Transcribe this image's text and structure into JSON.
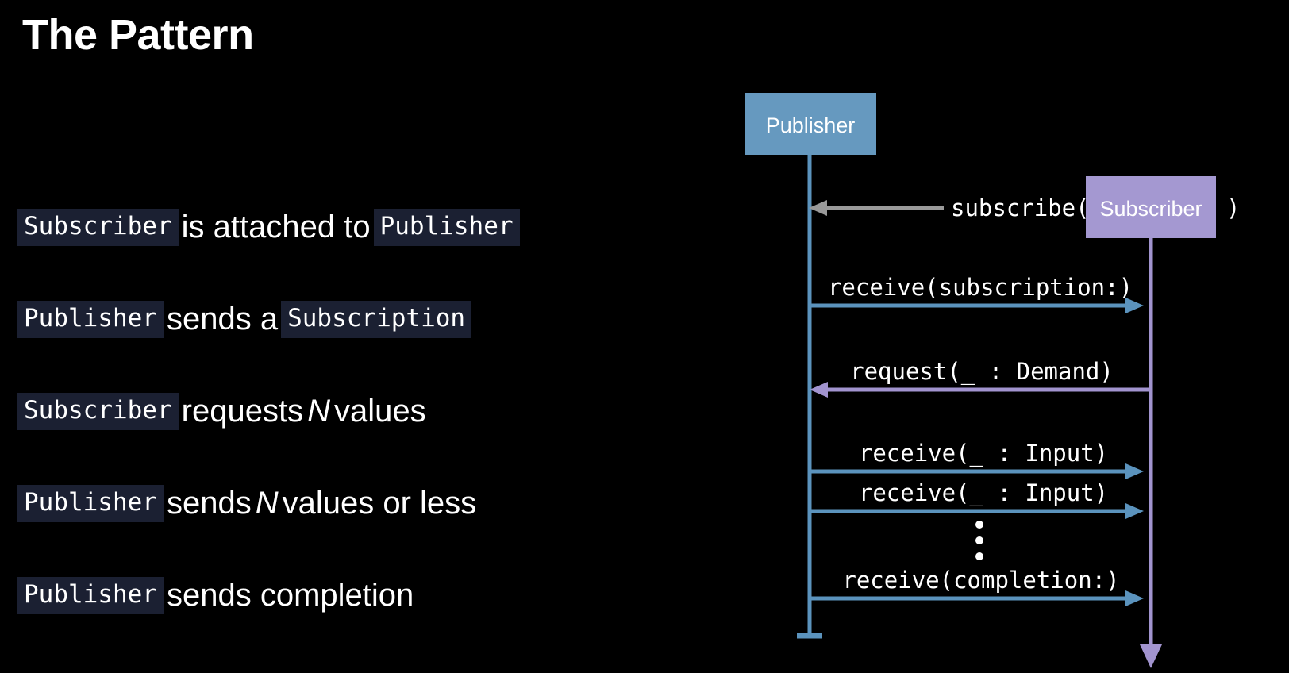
{
  "slide": {
    "title": "The Pattern",
    "background_color": "#000000"
  },
  "colors": {
    "publisher_box": "#6699bf",
    "publisher_line": "#5b93bd",
    "subscriber_box": "#a498d1",
    "subscriber_line": "#a294cf",
    "neutral_arrow": "#9a9a9a",
    "code_span_bg": "#1b2032",
    "text": "#ffffff"
  },
  "bullets": [
    {
      "id": "bullet-subscriber-attached",
      "segments": [
        {
          "kind": "code",
          "text": "Subscriber"
        },
        {
          "kind": "plain",
          "text": "is attached to"
        },
        {
          "kind": "code",
          "text": "Publisher"
        }
      ]
    },
    {
      "id": "bullet-publisher-sends-subscription",
      "segments": [
        {
          "kind": "code",
          "text": "Publisher"
        },
        {
          "kind": "plain",
          "text": "sends a"
        },
        {
          "kind": "code",
          "text": "Subscription"
        }
      ]
    },
    {
      "id": "bullet-subscriber-requests-n",
      "segments": [
        {
          "kind": "code",
          "text": "Subscriber"
        },
        {
          "kind": "plain",
          "text": "requests"
        },
        {
          "kind": "em",
          "text": "N"
        },
        {
          "kind": "plain",
          "text": "values"
        }
      ]
    },
    {
      "id": "bullet-publisher-sends-n-values",
      "segments": [
        {
          "kind": "code",
          "text": "Publisher"
        },
        {
          "kind": "plain",
          "text": "sends"
        },
        {
          "kind": "em",
          "text": "N"
        },
        {
          "kind": "plain",
          "text": "values or less"
        }
      ]
    },
    {
      "id": "bullet-publisher-sends-completion",
      "segments": [
        {
          "kind": "code",
          "text": "Publisher"
        },
        {
          "kind": "plain",
          "text": "sends completion"
        }
      ]
    }
  ],
  "diagram": {
    "participants": {
      "publisher": {
        "label": "Publisher"
      },
      "subscriber": {
        "label": "Subscriber"
      }
    },
    "messages": [
      {
        "id": "msg-subscribe",
        "label_prefix": "subscribe(",
        "label_suffix": ")",
        "direction": "right-to-left",
        "color": "#9a9a9a"
      },
      {
        "id": "msg-receive-subscription",
        "label": "receive(subscription:)",
        "direction": "left-to-right",
        "color": "#5b93bd"
      },
      {
        "id": "msg-request-demand",
        "label": "request(_ : Demand)",
        "direction": "right-to-left",
        "color": "#a294cf"
      },
      {
        "id": "msg-receive-input-1",
        "label": "receive(_ : Input)",
        "direction": "left-to-right",
        "color": "#5b93bd"
      },
      {
        "id": "msg-receive-input-2",
        "label": "receive(_ : Input)",
        "direction": "left-to-right",
        "color": "#5b93bd"
      },
      {
        "id": "msg-ellipsis",
        "label": "⋮",
        "direction": "none",
        "color": "#ffffff"
      },
      {
        "id": "msg-receive-completion",
        "label": "receive(completion:)",
        "direction": "left-to-right",
        "color": "#5b93bd"
      }
    ]
  }
}
